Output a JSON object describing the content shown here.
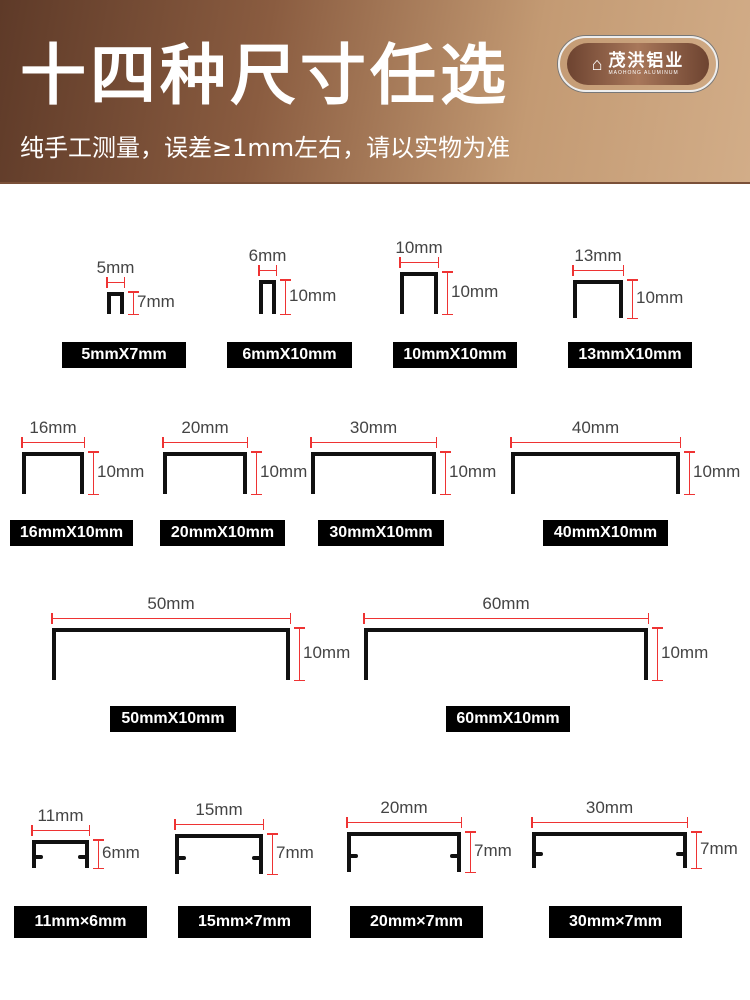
{
  "header": {
    "title": "十四种尺寸任选",
    "subtitle": "纯手工测量，误差≥1mm左右，请以实物为准",
    "logo_cn": "茂洪铝业",
    "logo_en": "MAOHONG ALUMINUM"
  },
  "items": [
    {
      "width": "5mm",
      "height": "7mm",
      "label": "5mmX7mm"
    },
    {
      "width": "6mm",
      "height": "10mm",
      "label": "6mmX10mm"
    },
    {
      "width": "10mm",
      "height": "10mm",
      "label": "10mmX10mm"
    },
    {
      "width": "13mm",
      "height": "10mm",
      "label": "13mmX10mm"
    },
    {
      "width": "16mm",
      "height": "10mm",
      "label": "16mmX10mm"
    },
    {
      "width": "20mm",
      "height": "10mm",
      "label": "20mmX10mm"
    },
    {
      "width": "30mm",
      "height": "10mm",
      "label": "30mmX10mm"
    },
    {
      "width": "40mm",
      "height": "10mm",
      "label": "40mmX10mm"
    },
    {
      "width": "50mm",
      "height": "10mm",
      "label": "50mmX10mm"
    },
    {
      "width": "60mm",
      "height": "10mm",
      "label": "60mmX10mm"
    },
    {
      "width": "11mm",
      "height": "6mm",
      "label": "11mm×6mm"
    },
    {
      "width": "15mm",
      "height": "7mm",
      "label": "15mm×7mm"
    },
    {
      "width": "20mm",
      "height": "7mm",
      "label": "20mm×7mm"
    },
    {
      "width": "30mm",
      "height": "7mm",
      "label": "30mm×7mm"
    }
  ]
}
